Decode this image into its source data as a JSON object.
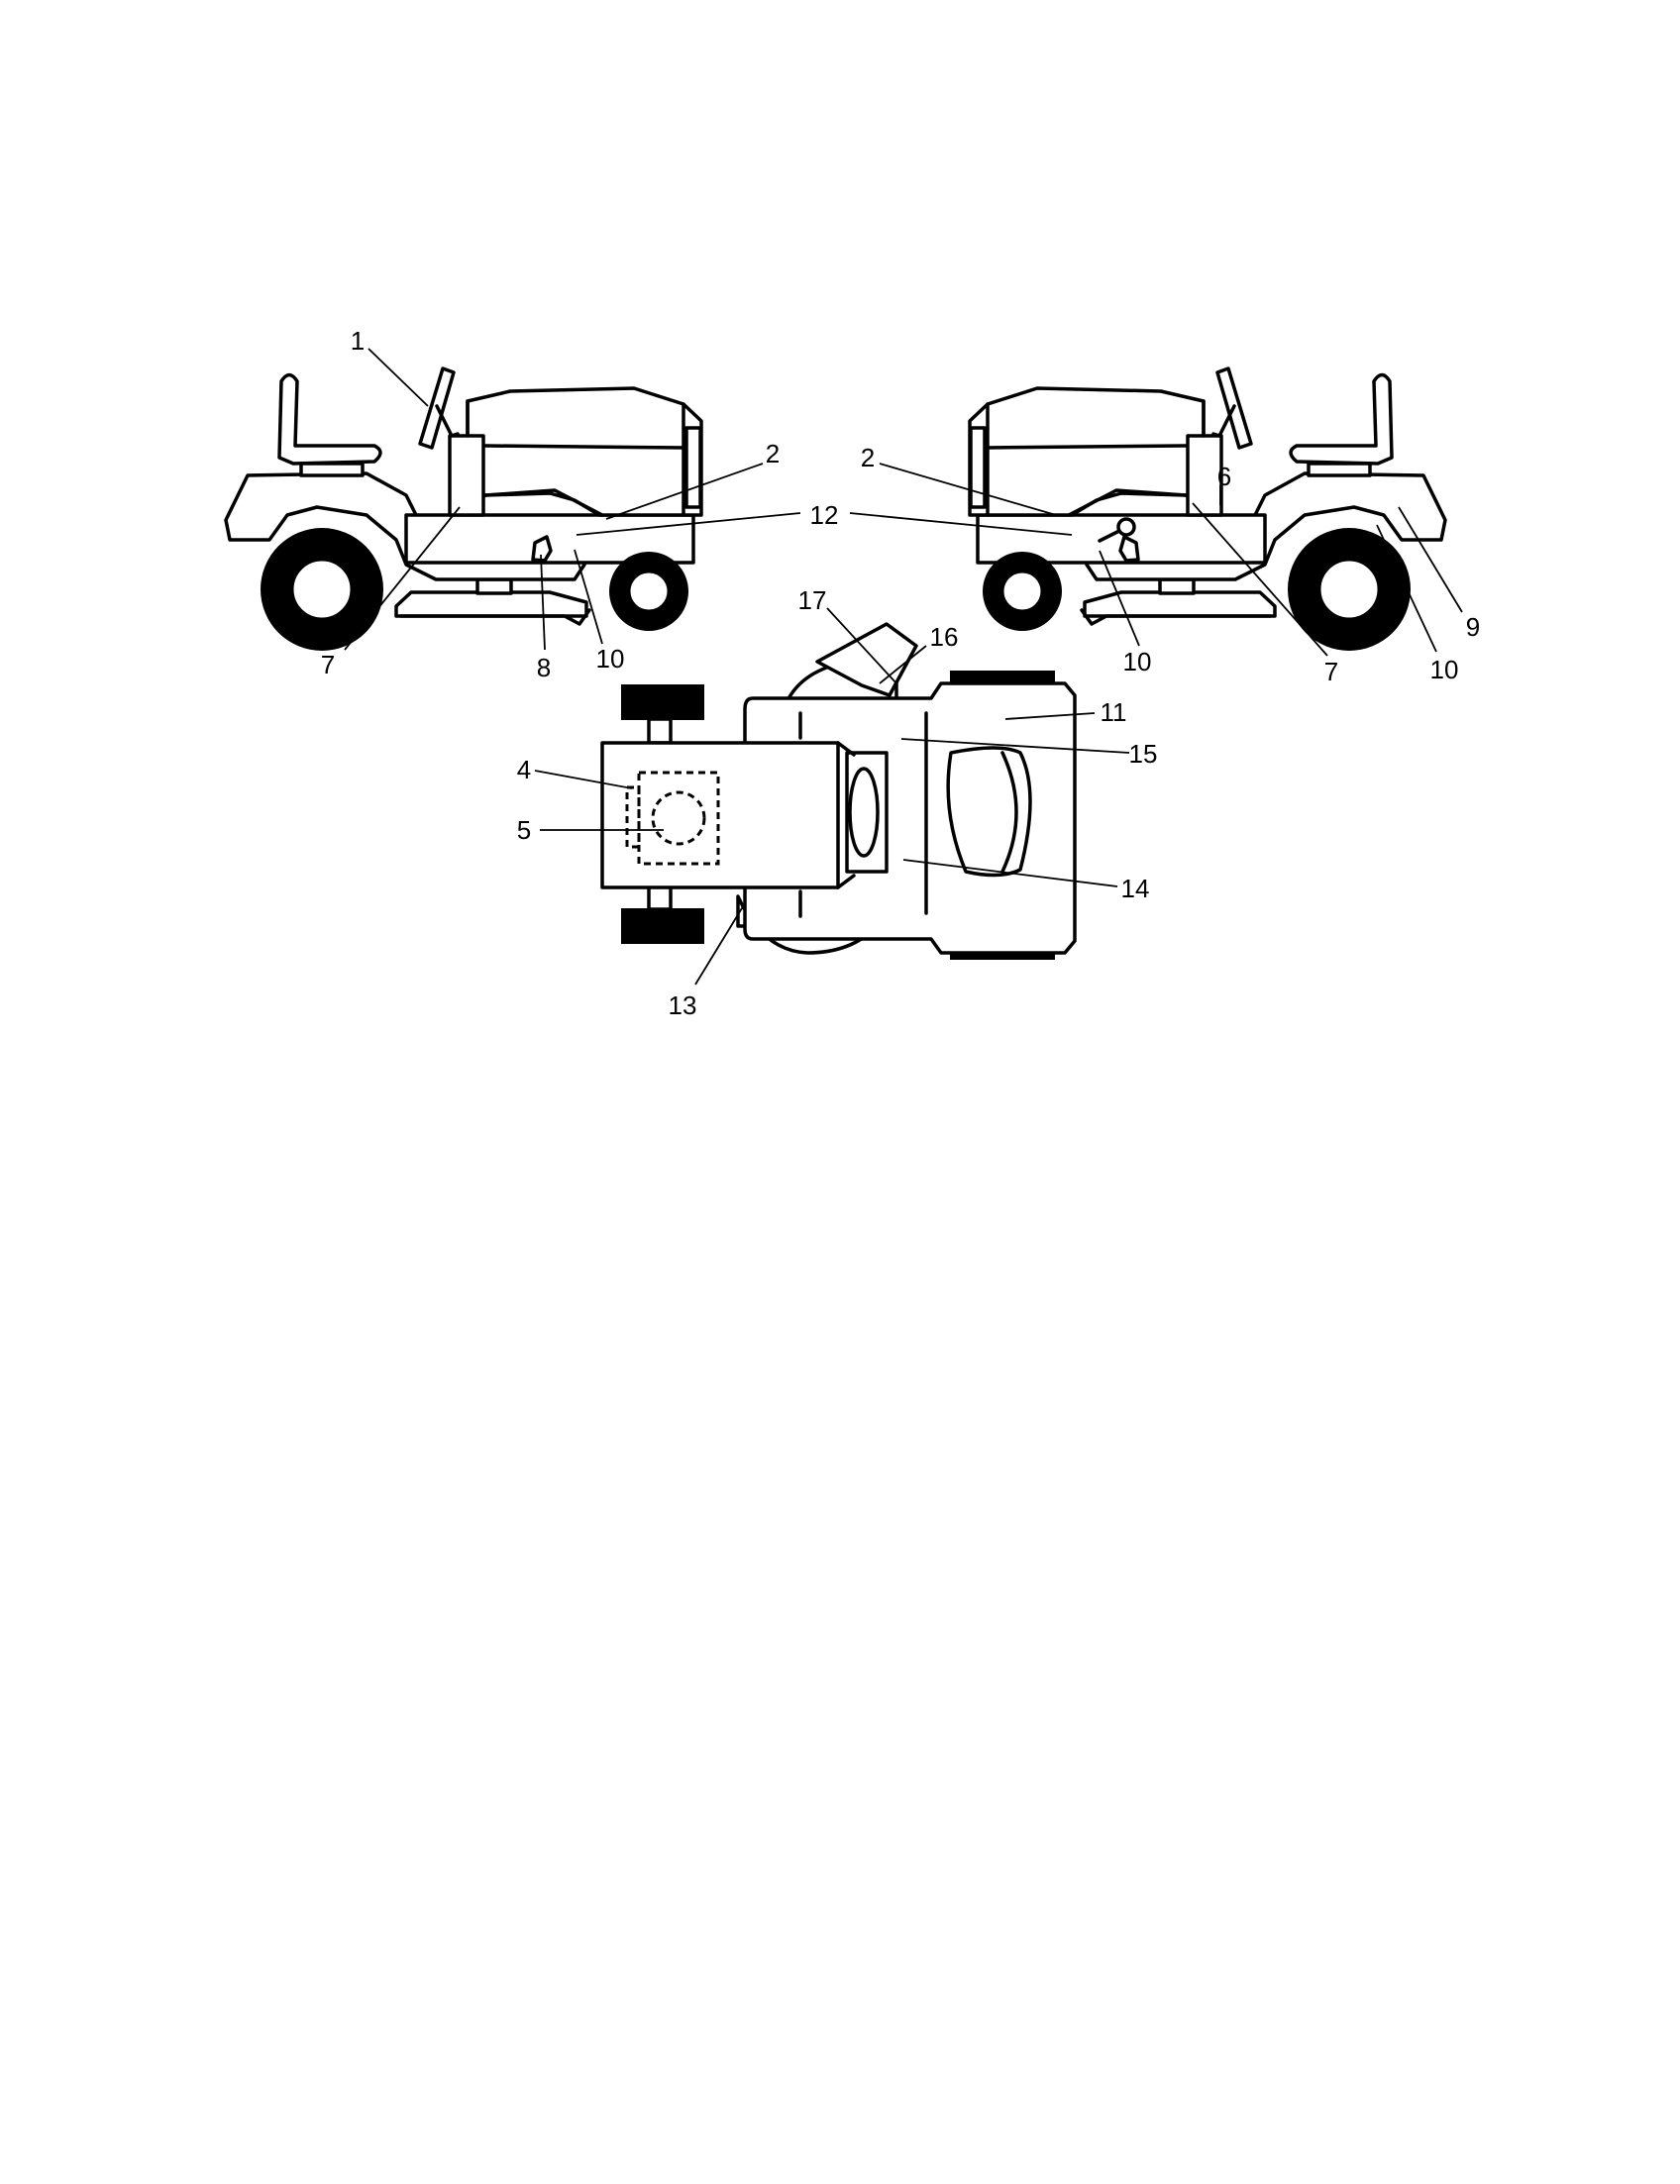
{
  "callouts": [
    {
      "id": "c1",
      "text": "1"
    },
    {
      "id": "c2a",
      "text": "2"
    },
    {
      "id": "c7a",
      "text": "7"
    },
    {
      "id": "c8",
      "text": "8"
    },
    {
      "id": "c10a",
      "text": "10"
    },
    {
      "id": "c12",
      "text": "12"
    },
    {
      "id": "c2b",
      "text": "2"
    },
    {
      "id": "c6",
      "text": "6"
    },
    {
      "id": "c9",
      "text": "9"
    },
    {
      "id": "c10b",
      "text": "10"
    },
    {
      "id": "c7b",
      "text": "7"
    },
    {
      "id": "c10c",
      "text": "10"
    },
    {
      "id": "c17",
      "text": "17"
    },
    {
      "id": "c16",
      "text": "16"
    },
    {
      "id": "c11",
      "text": "11"
    },
    {
      "id": "c15",
      "text": "15"
    },
    {
      "id": "c4",
      "text": "4"
    },
    {
      "id": "c5",
      "text": "5"
    },
    {
      "id": "c14",
      "text": "14"
    },
    {
      "id": "c13",
      "text": "13"
    }
  ]
}
